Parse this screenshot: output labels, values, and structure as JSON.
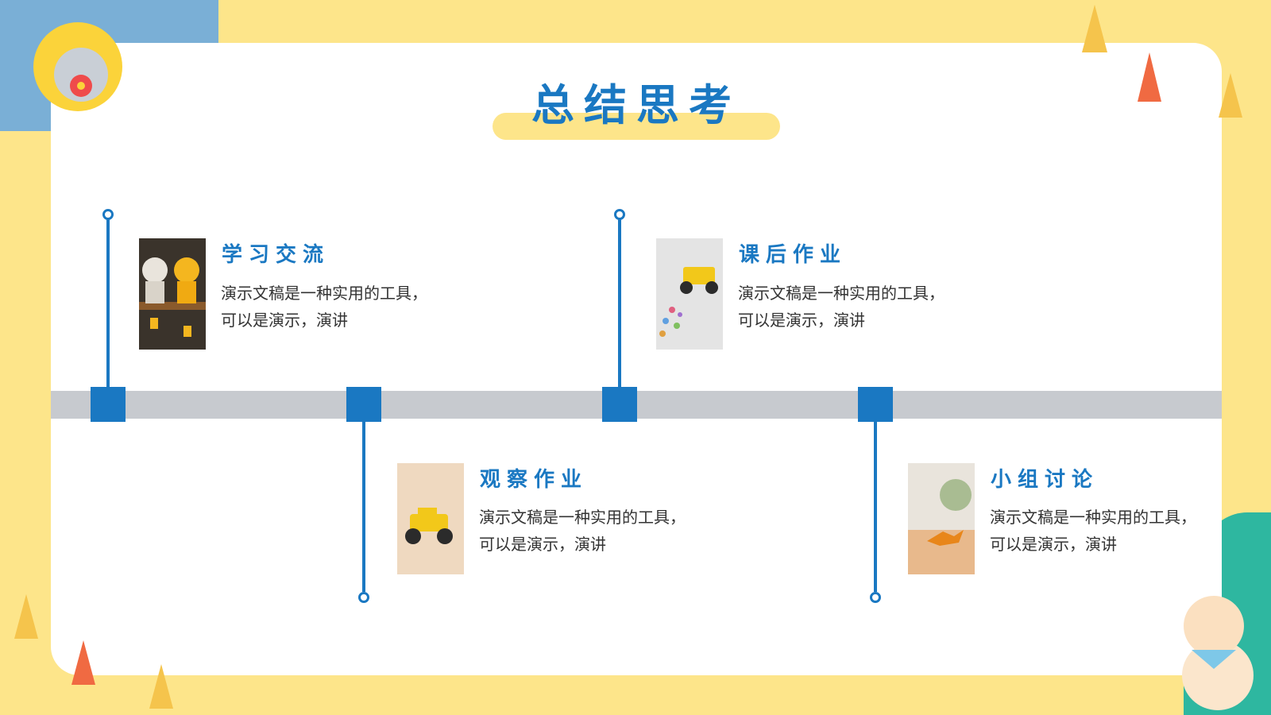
{
  "slide": {
    "title": "总结思考"
  },
  "timeline": {
    "items": [
      {
        "heading": "学习交流",
        "text": "演示文稿是一种实用的工具，可以是演示，演讲",
        "image": "toy-figures-on-bench-photo"
      },
      {
        "heading": "观察作业",
        "text": "演示文稿是一种实用的工具，可以是演示，演讲",
        "image": "yellow-toy-truck-photo"
      },
      {
        "heading": "课后作业",
        "text": "演示文稿是一种实用的工具，可以是演示，演讲",
        "image": "toy-truck-with-confetti-photo"
      },
      {
        "heading": "小组讨论",
        "text": "演示文稿是一种实用的工具，可以是演示，演讲",
        "image": "orange-toy-dinosaur-photo"
      }
    ]
  },
  "decorations": {
    "top_left": "cat-with-donut-illustration",
    "bottom_right": "puppy-with-bandana-illustration",
    "party_hats": "party-hat-icon"
  },
  "colors": {
    "accent_blue": "#1a78c2",
    "background_yellow": "#fde58a",
    "track_gray": "#c7cacf",
    "corner_blue": "#7aafd6",
    "corner_teal": "#2eb7a0"
  }
}
